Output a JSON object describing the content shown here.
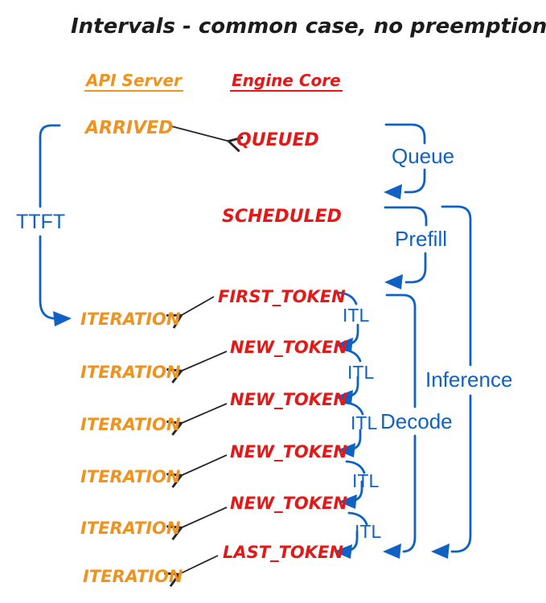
{
  "title": "Intervals - common case, no preemptions",
  "columns": {
    "api_server": "API Server",
    "engine_core": "Engine Core"
  },
  "api_events": {
    "arrived": "ARRIVED",
    "iterations": [
      "ITERATION",
      "ITERATION",
      "ITERATION",
      "ITERATION",
      "ITERATION",
      "ITERATION"
    ]
  },
  "engine_events": {
    "queued": "QUEUED",
    "scheduled": "SCHEDULED",
    "first_token": "FIRST_TOKEN",
    "new_tokens": [
      "NEW_TOKEN",
      "NEW_TOKEN",
      "NEW_TOKEN",
      "NEW_TOKEN"
    ],
    "last_token": "LAST_TOKEN"
  },
  "intervals": {
    "ttft": "TTFT",
    "queue": "Queue",
    "prefill": "Prefill",
    "decode": "Decode",
    "inference": "Inference",
    "itl": [
      "ITL",
      "ITL",
      "ITL",
      "ITL",
      "ITL"
    ]
  },
  "colors": {
    "api_accent": "#F0921E",
    "engine_accent": "#E51717",
    "interval_accent": "#0F62C4",
    "arrow": "#262626"
  }
}
